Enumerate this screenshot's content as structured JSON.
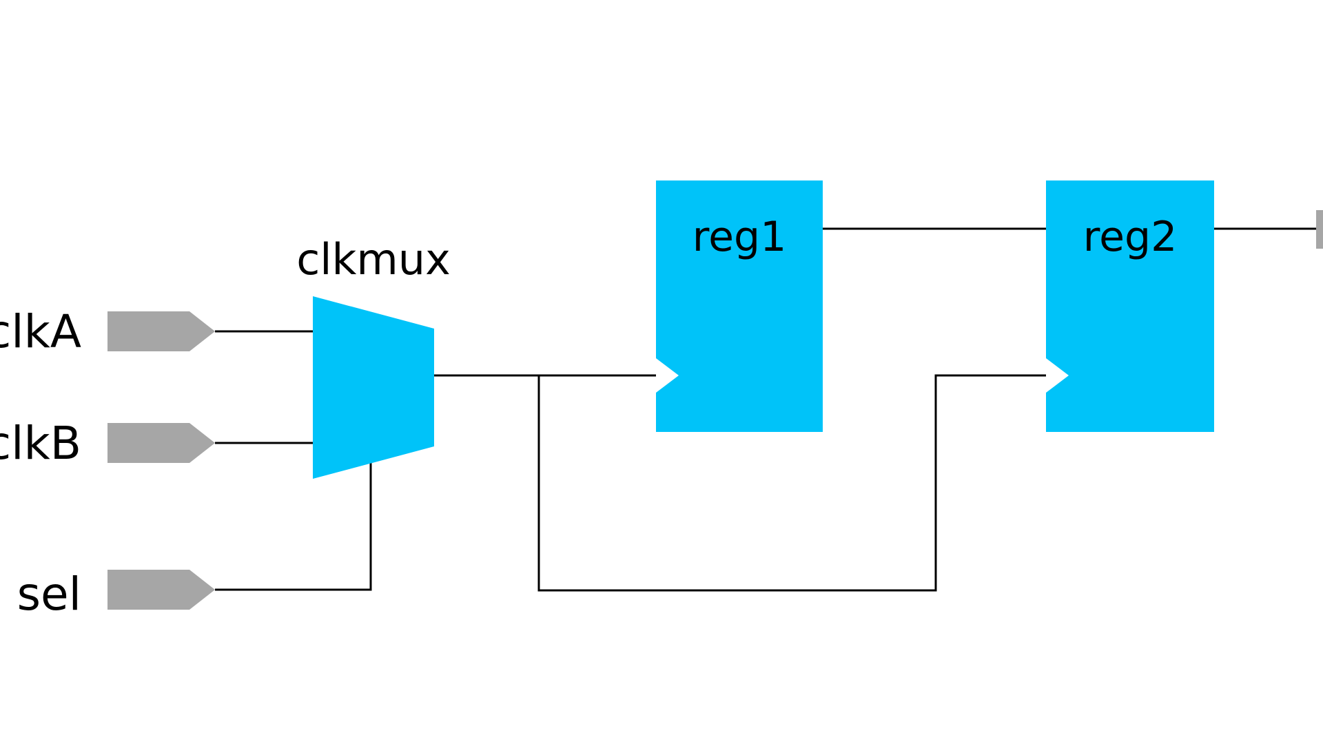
{
  "colors": {
    "block_fill": "#00c3f9",
    "port_fill": "#a6a6a6",
    "wire": "#000000",
    "text": "#000000",
    "background": "#ffffff"
  },
  "ports": {
    "clkA": "clkA",
    "clkB": "clkB",
    "sel": "sel"
  },
  "mux": {
    "label": "clkmux"
  },
  "registers": {
    "reg1": "reg1",
    "reg2": "reg2"
  }
}
